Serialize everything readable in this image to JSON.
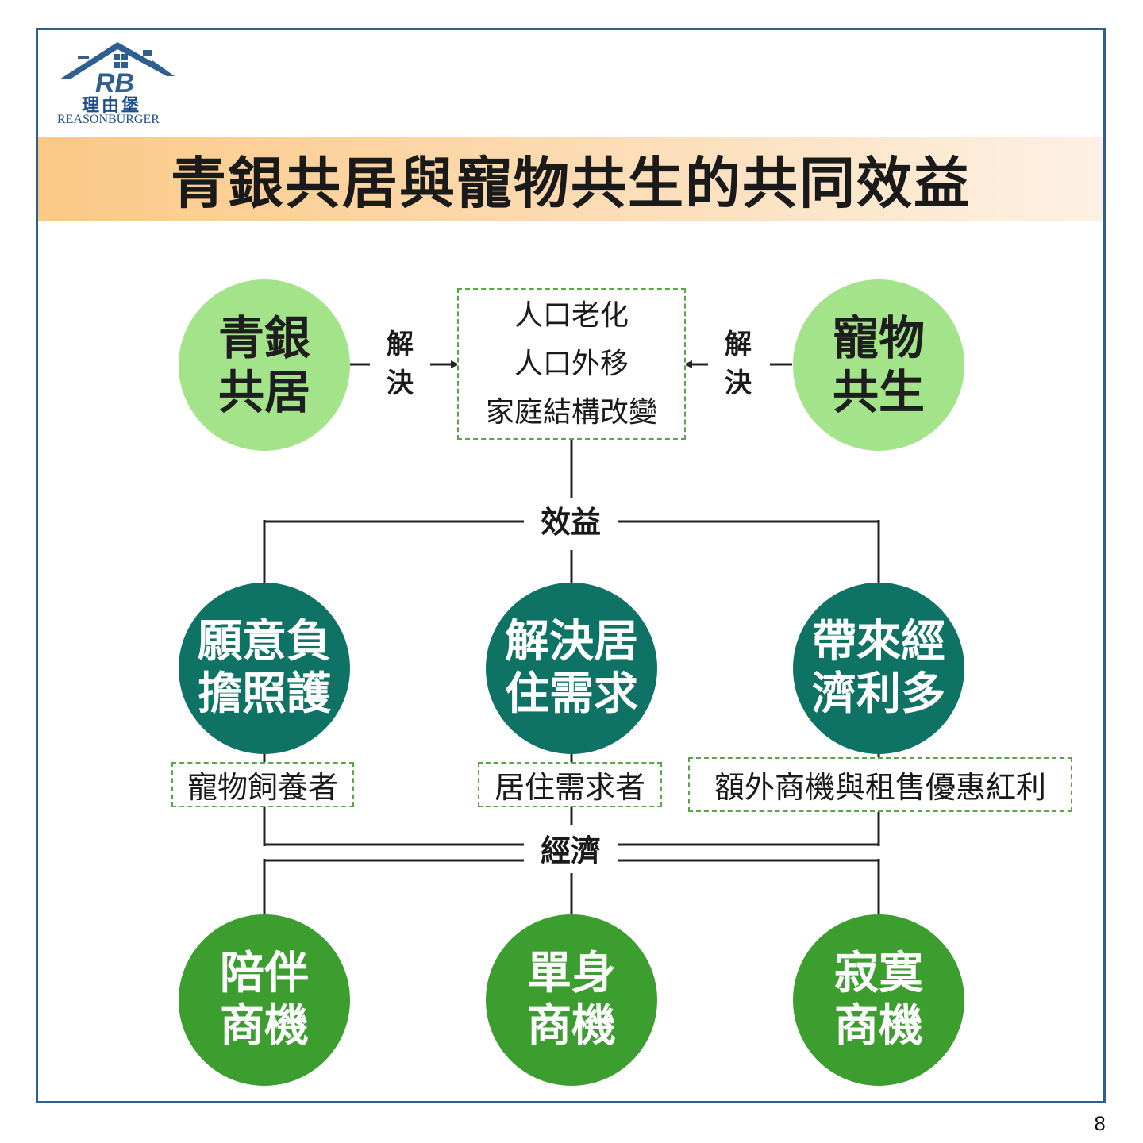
{
  "logo": {
    "monogram": "RB",
    "name_cn": "理由堡",
    "name_en": "REASONBURGER"
  },
  "title": "青銀共居與寵物共生的共同效益",
  "top_left_circle": {
    "line1": "青銀",
    "line2": "共居"
  },
  "top_right_circle": {
    "line1": "寵物",
    "line2": "共生"
  },
  "solve_left": {
    "c1": "解",
    "c2": "決"
  },
  "solve_right": {
    "c1": "解",
    "c2": "決"
  },
  "problems": [
    "人口老化",
    "人口外移",
    "家庭結構改變"
  ],
  "benefit_label": "效益",
  "benefits": [
    {
      "line1": "願意負",
      "line2": "擔照護",
      "tag": "寵物飼養者"
    },
    {
      "line1": "解決居",
      "line2": "住需求",
      "tag": "居住需求者"
    },
    {
      "line1": "帶來經",
      "line2": "濟利多",
      "tag": "額外商機與租售優惠紅利"
    }
  ],
  "economy_label": "經濟",
  "opportunities": [
    {
      "line1": "陪伴",
      "line2": "商機"
    },
    {
      "line1": "單身",
      "line2": "商機"
    },
    {
      "line1": "寂寞",
      "line2": "商機"
    }
  ],
  "page_number": "8",
  "colors": {
    "frame": "#2e5f8f",
    "light_green": "#a3e48b",
    "teal": "#0e7265",
    "green": "#3c9e2f",
    "dashed_border": "#58a645",
    "title_bar": "#fbc986"
  }
}
